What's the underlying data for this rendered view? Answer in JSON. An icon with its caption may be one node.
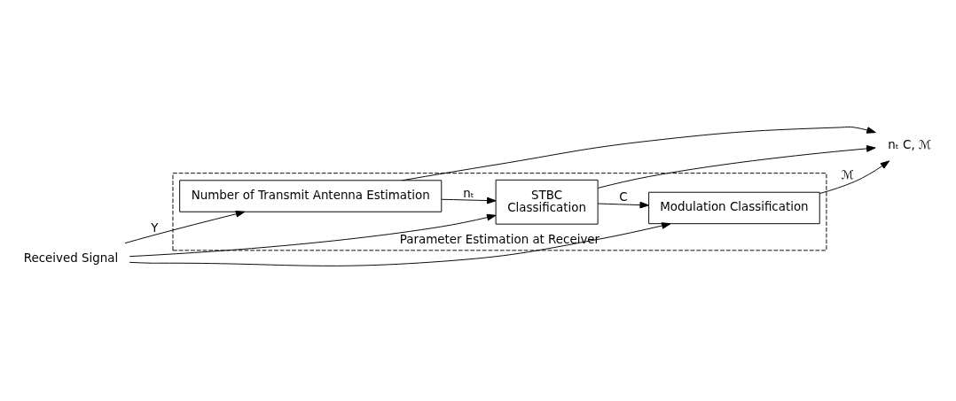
{
  "diagram": {
    "nodes": [
      {
        "text": [
          "Parameter Estimation at Receiver"
        ]
      },
      {
        "text": [
          "Number of Transmit Antenna Estimation"
        ],
        "in": 0
      },
      {
        "text": [
          "STBC",
          "Classification"
        ],
        "in": 0
      },
      {
        "text": [
          "Modulation Classification"
        ],
        "in": 0
      },
      {
        "text": [
          "Received Signal"
        ]
      },
      {
        "text": [
          "nₜ C, ℳ"
        ]
      }
    ],
    "edges": [
      {
        "from": 4,
        "to": 1,
        "arrow": "to",
        "label": "Y"
      },
      {
        "from": 4,
        "to": 2,
        "arrow": "to"
      },
      {
        "from": 4,
        "to": 3,
        "arrow": "to"
      },
      {
        "from": 1,
        "to": 2,
        "arrow": "to",
        "label": "nₜ"
      },
      {
        "from": 2,
        "to": 3,
        "arrow": "to",
        "label": "C"
      },
      {
        "from": 1,
        "to": 5,
        "arrow": "to"
      },
      {
        "from": 2,
        "to": 5,
        "arrow": "to"
      },
      {
        "from": 3,
        "to": 5,
        "arrow": "to",
        "label": "ℳ"
      }
    ]
  }
}
